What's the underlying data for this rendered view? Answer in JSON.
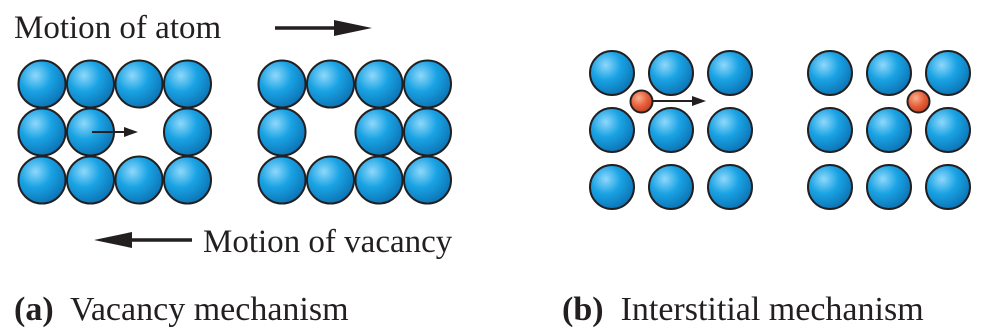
{
  "labels": {
    "motion_atom": "Motion of atom",
    "motion_vacancy": "Motion of vacancy"
  },
  "captions": {
    "a_letter": "(a)",
    "a_text": "Vacancy mechanism",
    "b_letter": "(b)",
    "b_text": "Interstitial mechanism"
  },
  "colors": {
    "atom": "#1aa3e4",
    "atom_highlight": "#8fd8fb",
    "atom_shade": "#0a6fb0",
    "interstitial": "#e8603c",
    "outline": "#231f20"
  },
  "panels": [
    {
      "id": "vacancy-before",
      "rows": 3,
      "cols": 4,
      "vacant": [
        [
          1,
          2
        ]
      ],
      "moving_atom": [
        1,
        1
      ]
    },
    {
      "id": "vacancy-after",
      "rows": 3,
      "cols": 4,
      "vacant": [
        [
          1,
          1
        ]
      ]
    },
    {
      "id": "interstitial-before",
      "rows": 3,
      "cols": 3,
      "interstitial_site": [
        0,
        0
      ]
    },
    {
      "id": "interstitial-after",
      "rows": 3,
      "cols": 3,
      "interstitial_site": [
        0,
        1
      ]
    }
  ]
}
